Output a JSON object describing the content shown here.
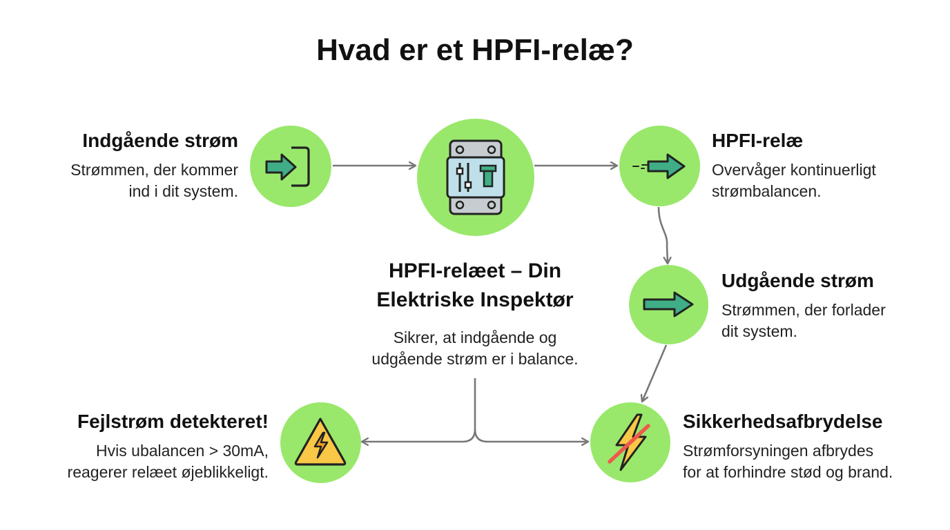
{
  "title": "Hvad er et HPFI-relæ?",
  "colors": {
    "circle_fill": "#99e86b",
    "icon_teal": "#3fae86",
    "icon_stroke": "#222222",
    "connector": "#777777",
    "warning_yellow": "#f8c846",
    "cross_red": "#ee5a4c"
  },
  "nodes": {
    "incoming": {
      "title": "Indgående strøm",
      "desc_line1": "Strømmen, der kommer",
      "desc_line2": "ind i dit system.",
      "icon": "enter-arrow-icon"
    },
    "center": {
      "title_line1": "HPFI-relæet – Din",
      "title_line2": "Elektriske Inspektør",
      "desc_line1": "Sikrer, at indgående og",
      "desc_line2": "udgående strøm er i balance.",
      "icon": "circuit-breaker-icon"
    },
    "relay": {
      "title": "HPFI-relæ",
      "desc_line1": "Overvåger kontinuerligt",
      "desc_line2": "strømbalancen.",
      "icon": "moving-arrow-icon"
    },
    "outgoing": {
      "title": "Udgående strøm",
      "desc_line1": "Strømmen, der forlader",
      "desc_line2": "dit system.",
      "icon": "arrow-right-icon"
    },
    "fault": {
      "title": "Fejlstrøm detekteret!",
      "desc_line1": "Hvis ubalancen > 30mA,",
      "desc_line2": "reagerer relæet øjeblikkeligt.",
      "icon": "warning-lightning-icon"
    },
    "shutdown": {
      "title": "Sikkerhedsafbrydelse",
      "desc_line1": "Strømforsyningen afbrydes",
      "desc_line2": "for at forhindre stød og brand.",
      "icon": "crossed-lightning-icon"
    }
  }
}
